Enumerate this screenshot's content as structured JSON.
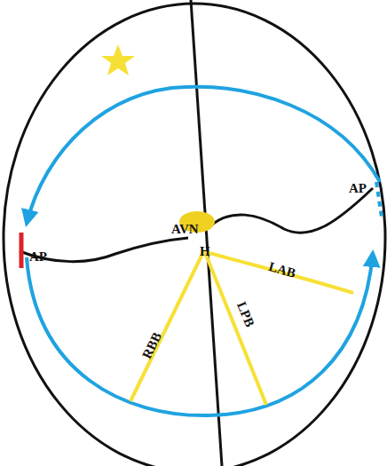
{
  "diagram": {
    "labels": [
      "AP",
      "AVN",
      "H",
      "AP",
      "LAB",
      "RBB",
      "LPB"
    ]
  }
}
